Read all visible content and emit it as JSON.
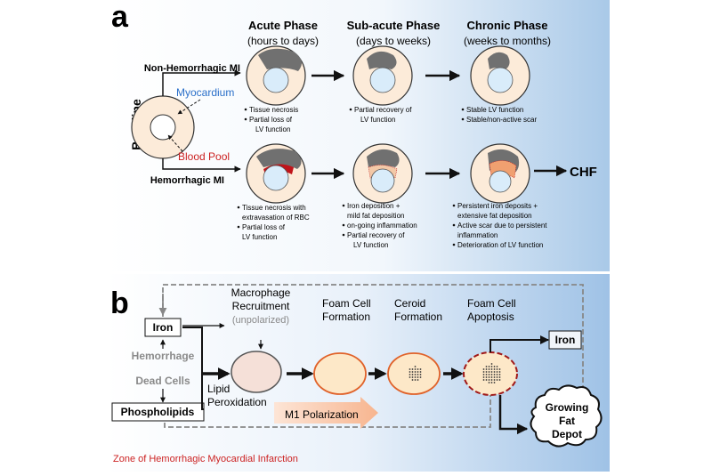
{
  "panel_a": {
    "label": "a",
    "phases": [
      {
        "title": "Acute Phase",
        "sub": "(hours to days)"
      },
      {
        "title": "Sub-acute Phase",
        "sub": "(days to weeks)"
      },
      {
        "title": "Chronic Phase",
        "sub": "(weeks to months)"
      }
    ],
    "baseline": "Baseline",
    "myocardium": "Myocardium",
    "blood_pool": "Blood Pool",
    "non_hemorrhagic": "Non-Hemorrhagic MI",
    "hemorrhagic": "Hemorrhagic MI",
    "chf": "CHF",
    "non_hem_notes": [
      [
        "Tissue necrosis",
        "Partial loss of",
        "LV function"
      ],
      [
        "Partial recovery of",
        "LV function"
      ],
      [
        "Stable LV function",
        "Stable/non-active scar"
      ]
    ],
    "hem_notes": [
      [
        "Tissue necrosis with",
        "extravasation of RBC",
        "Partial loss of",
        "LV function"
      ],
      [
        "Iron deposition +",
        "mild fat deposition",
        "on-going inflammation",
        "Partial recovery  of",
        "LV function"
      ],
      [
        "Persistent iron deposits +",
        "extensive fat deposition",
        "Active scar due to persistent",
        "inflammation",
        "Deterioration of LV function"
      ]
    ]
  },
  "panel_b": {
    "label": "b",
    "iron": "Iron",
    "hemorrhage": "Hemorrhage",
    "dead_cells": "Dead Cells",
    "phospholipids": "Phospholipids",
    "lipid": "Lipid",
    "peroxidation": "Peroxidation",
    "macro_1": "Macrophage",
    "macro_2": "Recruitment",
    "macro_3": "(unpolarized)",
    "foam_1": "Foam Cell",
    "foam_2": "Formation",
    "ceroid_1": "Ceroid",
    "ceroid_2": "Formation",
    "apop_1": "Foam Cell",
    "apop_2": "Apoptosis",
    "iron_out": "Iron",
    "m1": "M1 Polarization",
    "fat_1": "Growing",
    "fat_2": "Fat",
    "fat_3": "Depot",
    "zone": "Zone of Hemorrhagic Myocardial Infarction"
  },
  "colors": {
    "panel_gradient_end": "#a9c9e8",
    "red_text": "#cc2222",
    "blue_text": "#2a6fc9",
    "gray_text": "#8a8a8a",
    "scar_gray": "#707070",
    "ring_fill": "#fcebd9"
  }
}
